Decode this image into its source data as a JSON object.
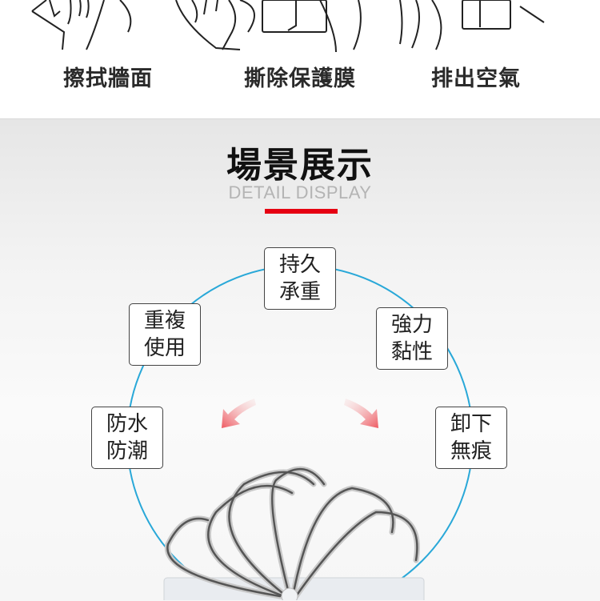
{
  "install_steps": [
    {
      "label": "擦拭牆面",
      "icon": "wipe-wall-hand-icon"
    },
    {
      "label": "撕除保護膜",
      "icon": "peel-film-hand-icon"
    },
    {
      "label": "排出空氣",
      "icon": "press-air-hand-icon"
    }
  ],
  "scene": {
    "title": "場景展示",
    "subtitle": "DETAIL DISPLAY",
    "accent_color": "#e60012",
    "circle_color": "#29a8d8",
    "features": [
      {
        "line1": "持久",
        "line2": "承重"
      },
      {
        "line1": "強力",
        "line2": "黏性"
      },
      {
        "line1": "卸下",
        "line2": "無痕"
      },
      {
        "line1": "防水",
        "line2": "防潮"
      },
      {
        "line1": "重複",
        "line2": "使用"
      }
    ]
  }
}
